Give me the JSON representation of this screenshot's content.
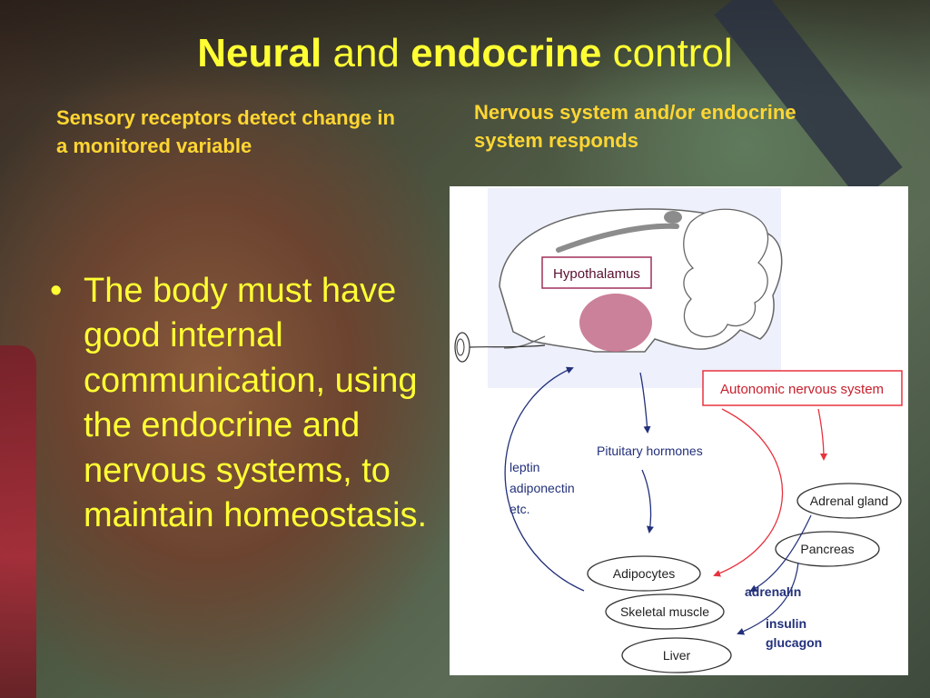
{
  "slide": {
    "title": {
      "neural": "Neural",
      "and": "and",
      "endocrine": "endocrine",
      "control": "control"
    },
    "subtitle_left": "Sensory receptors detect change in a monitored variable",
    "subtitle_right": "Nervous system and/or endocrine system responds",
    "bullets": [
      "The body must have good internal communication, using the endocrine and nervous systems, to maintain homeostasis."
    ]
  },
  "diagram": {
    "hypothalamus": "Hypothalamus",
    "autonomic": "Autonomic nervous system",
    "pituitary": "Pituitary hormones",
    "leptin": [
      "leptin",
      "adiponectin",
      "etc."
    ],
    "adrenal_gland": "Adrenal gland",
    "pancreas": "Pancreas",
    "adipocytes": "Adipocytes",
    "skeletal_muscle": "Skeletal muscle",
    "liver": "Liver",
    "adrenalin": "adrenalin",
    "insulin_glucagon": [
      "insulin",
      "glucagon"
    ]
  },
  "colors": {
    "title_text": "#ffff33",
    "subtitle_text": "#ffd633",
    "hypothalamus_fill": "#c26b87",
    "red_arrow": "#e8323f",
    "blue_arrow": "#22307a",
    "brain_bg": "#eef0fb"
  }
}
